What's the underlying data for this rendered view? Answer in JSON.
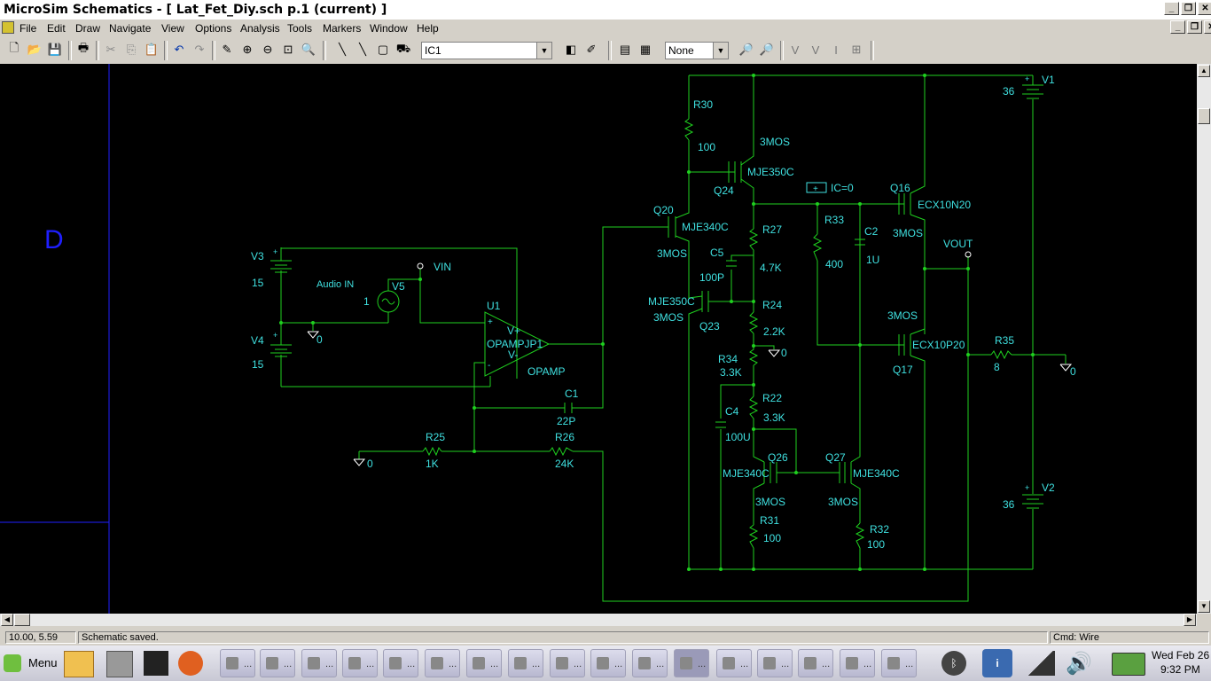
{
  "window": {
    "title": "MicroSim Schematics - [ Lat_Fet_Diy.sch  p.1 (current) ]"
  },
  "menu": [
    "File",
    "Edit",
    "Draw",
    "Navigate",
    "View",
    "Options",
    "Analysis",
    "Tools",
    "Markers",
    "Window",
    "Help"
  ],
  "toolbar": {
    "part_combo": "IC1",
    "view_combo": "None"
  },
  "sidebar": {
    "grid_label": "D"
  },
  "schematic": {
    "labels": {
      "V1": "V1",
      "V1v": "36",
      "V2": "V2",
      "V2v": "36",
      "V3": "V3",
      "V3v": "15",
      "V4": "V4",
      "V4v": "15",
      "V5": "V5",
      "V5v": "1",
      "audio": "Audio IN",
      "vin": "VIN",
      "gnd": "0",
      "U1": "U1",
      "U1p": "OPAMPJP1",
      "U1t": "OPAMP",
      "vplus": "V+",
      "vminus": "V-",
      "plus": "+",
      "minus": "-",
      "C1": "C1",
      "C1v": "22P",
      "R25": "R25",
      "R25v": "1K",
      "R26": "R26",
      "R26v": "24K",
      "R30": "R30",
      "R30v": "100",
      "Q24": "Q24",
      "Q24p": "MJE350C",
      "mos": "3MOS",
      "Q20": "Q20",
      "Q20p": "MJE340C",
      "Q23": "Q23",
      "Q23p": "MJE350C",
      "R27": "R27",
      "R27v": "4.7K",
      "C5": "C5",
      "C5v": "100P",
      "R24": "R24",
      "R24v": "2.2K",
      "R34": "R34",
      "R34v": "3.3K",
      "R22": "R22",
      "R22v": "3.3K",
      "C4": "C4",
      "C4v": "100U",
      "Q26": "Q26",
      "Q26p": "MJE340C",
      "Q27": "Q27",
      "Q27p": "MJE340C",
      "R31": "R31",
      "R31v": "100",
      "R32": "R32",
      "R32v": "100",
      "ic": "IC=0",
      "R33": "R33",
      "R33v": "400",
      "C2": "C2",
      "C2v": "1U",
      "Q16": "Q16",
      "Q16p": "ECX10N20",
      "Q17": "Q17",
      "Q17p": "ECX10P20",
      "vout": "VOUT",
      "R35": "R35",
      "R35v": "8"
    }
  },
  "status": {
    "coords": "10.00, 5.59",
    "message": "Schematic saved.",
    "cmd": "Cmd: Wire"
  },
  "taskbar": {
    "menu": "Menu",
    "date": "Wed Feb 26",
    "time": "9:32 PM",
    "ellipsis": "..."
  }
}
